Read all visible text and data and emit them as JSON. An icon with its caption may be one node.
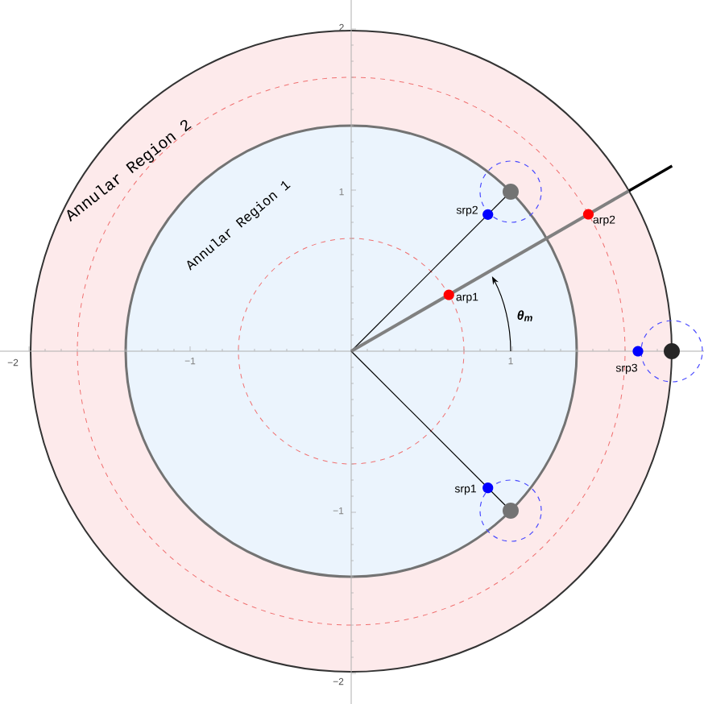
{
  "diagram": {
    "nodes": [
      {
        "text": [
          "Annular Region 2"
        ]
      },
      {
        "text": [
          "Annular Region 1"
        ],
        "in": 0
      }
    ],
    "labels": [
      "2",
      "1",
      "srp2",
      "arp2",
      "arp1",
      "θ$_{m}$",
      "−2",
      "−1",
      "1",
      "srp3",
      "srp1",
      "−1",
      "−2"
    ]
  }
}
